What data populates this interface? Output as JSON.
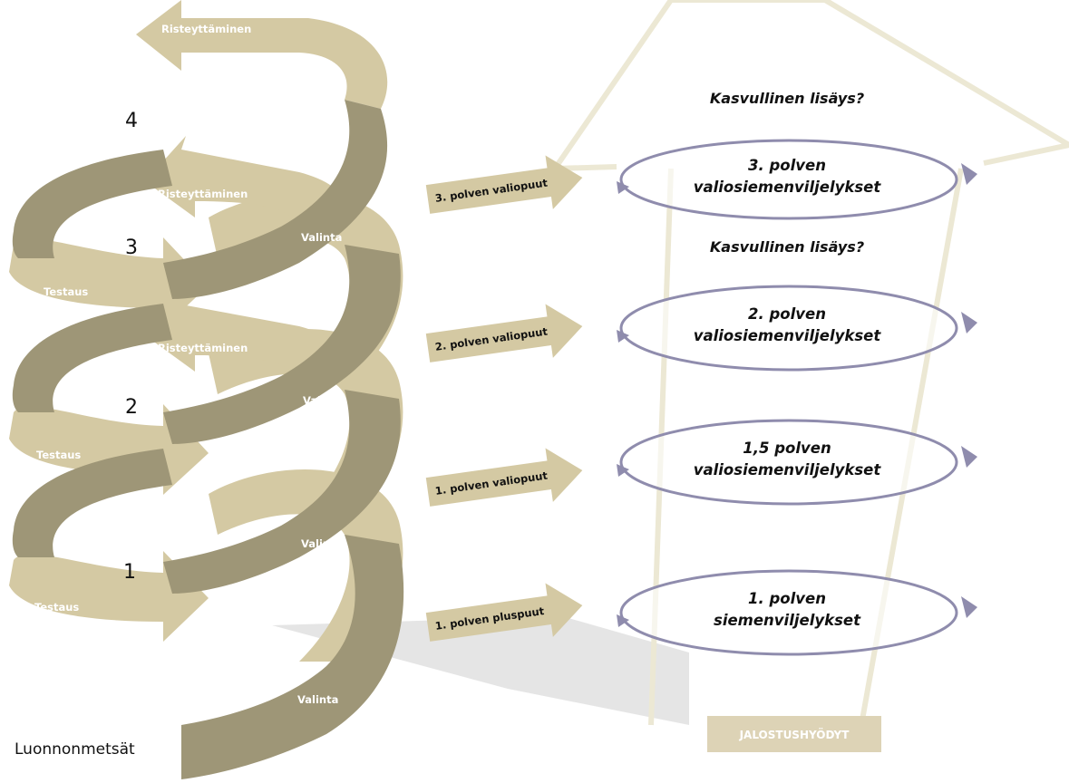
{
  "colors": {
    "band_light": "#d4c9a3",
    "band_dark": "#9e9677",
    "ellipse_stroke": "#8f8cad",
    "house_outline": "#ece8d4",
    "hyody_box": "#ddd3b6",
    "shadow": "#d9d9d9"
  },
  "spiral": {
    "stages": [
      "1",
      "2",
      "3",
      "4"
    ],
    "valinta": [
      "Valinta",
      "Valinta",
      "Valinta",
      "Valinta"
    ],
    "testaus": [
      "Testaus",
      "Testaus",
      "Testaus"
    ],
    "risteyttaminen": [
      "Risteyttäminen",
      "Risteyttäminen",
      "Risteyttäminen"
    ],
    "base": "Luonnonmetsät"
  },
  "arrows": [
    "1. polven pluspuut",
    "1. polven valiopuut",
    "2. polven valiopuut",
    "3. polven valiopuut"
  ],
  "ellipses": [
    {
      "line1": "1. polven",
      "line2": "siemenviljelykset"
    },
    {
      "line1": "1,5 polven",
      "line2": "valiosiemenviljelykset"
    },
    {
      "line1": "2. polven",
      "line2": "valiosiemenviljelykset"
    },
    {
      "line1": "3. polven",
      "line2": "valiosiemenviljelykset"
    }
  ],
  "kasvullinen": [
    "Kasvullinen lisäys?",
    "Kasvullinen lisäys?"
  ],
  "hyody": "JALOSTUSHYÖDYT"
}
